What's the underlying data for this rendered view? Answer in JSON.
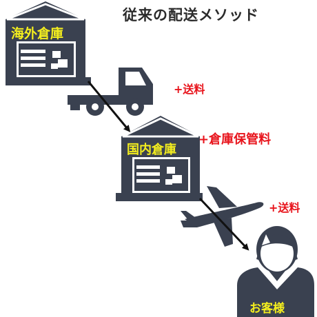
{
  "title": "従来の配送メソッド",
  "warehouses": {
    "overseas": "海外倉庫",
    "domestic": "国内倉庫"
  },
  "fees": {
    "shipping_1": "+送料",
    "storage": "+倉庫保管料",
    "shipping_2": "+送料"
  },
  "customer": "お客様",
  "colors": {
    "icon": "#3a4150",
    "fee_text": "#e8141c",
    "label_text": "#f4ee1e",
    "title_text": "#2b2b2b"
  },
  "icons": [
    "warehouse-icon",
    "truck-icon",
    "airplane-icon",
    "customer-icon",
    "arrow-icon"
  ]
}
